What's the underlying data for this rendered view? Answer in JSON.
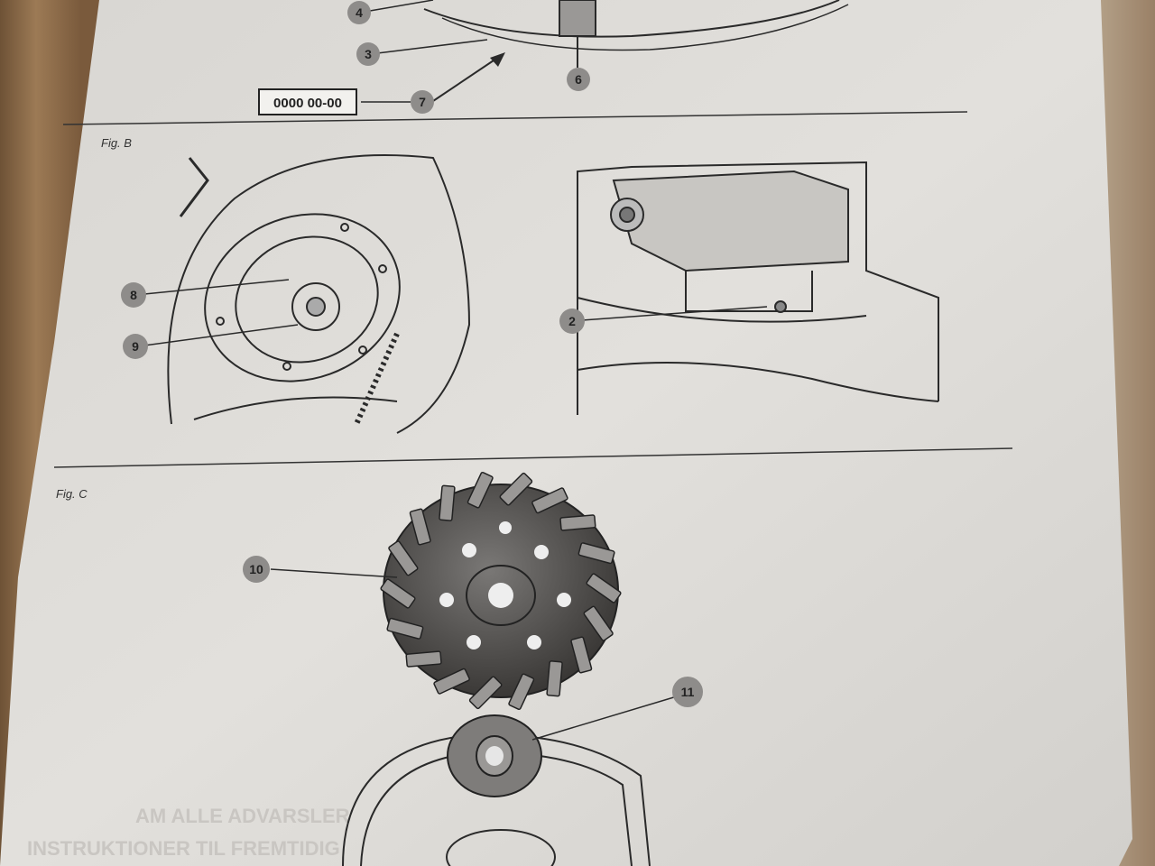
{
  "part_number": "0000 00-00",
  "figures": {
    "fig_b": "Fig. B",
    "fig_c": "Fig. C"
  },
  "callouts": [
    "4",
    "3",
    "7",
    "6",
    "8",
    "9",
    "2",
    "10",
    "11"
  ],
  "show_through_text": [
    "AM ALLE ADVARSLER",
    "INSTRUKTIONER TIL FREMTIDIG"
  ],
  "colors": {
    "paper": "#dedcd8",
    "wood": "#8a6a48",
    "callout_fill": "#8e8c8a",
    "line": "#2a2a2a"
  }
}
